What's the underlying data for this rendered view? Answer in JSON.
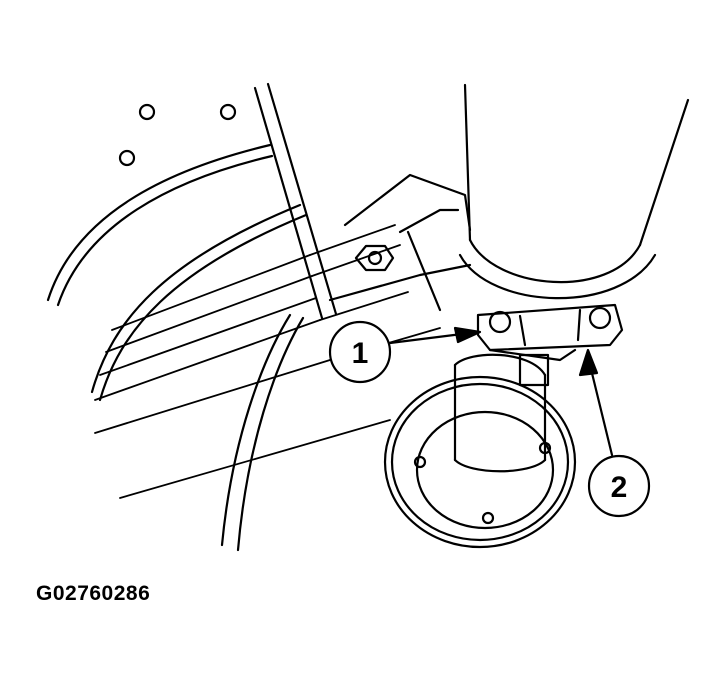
{
  "callouts": [
    {
      "id": "1",
      "label": "1"
    },
    {
      "id": "2",
      "label": "2"
    }
  ],
  "figure_id": "G02760286",
  "colors": {
    "ink": "#000000",
    "paper": "#ffffff"
  }
}
